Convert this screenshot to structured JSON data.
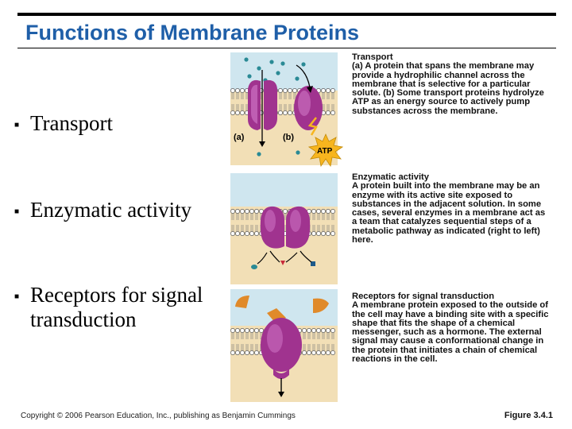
{
  "title": "Functions of Membrane Proteins",
  "bullets": [
    {
      "text": "Transport"
    },
    {
      "text": "Enzymatic activity"
    },
    {
      "text": "Receptors for signal transduction"
    }
  ],
  "panels": {
    "transport": {
      "label_a": "(a)",
      "label_b": "(b)",
      "atp": "ATP",
      "heading": "Transport",
      "body": "(a) A protein that spans the membrane may provide a hydrophilic channel across the membrane that is selective for a particular solute. (b) Some transport proteins hydrolyze ATP as an energy source to actively pump substances across the membrane."
    },
    "enzymatic": {
      "heading": "Enzymatic activity",
      "body": "A protein built into the membrane may be an enzyme with its active site exposed to substances in the adjacent solution. In some cases, several enzymes in a membrane act as a team that catalyzes sequential steps of a metabolic pathway as indicated (right to left) here."
    },
    "receptor": {
      "heading": "Receptors for signal transduction",
      "body": "A membrane protein exposed to the outside of the cell may have a binding site with a specific shape that fits the shape of a chemical messenger, such as a hormone. The external signal may cause a conformational change in the protein that initiates a chain of chemical reactions in the cell."
    }
  },
  "footer": {
    "copyright": "Copyright © 2006 Pearson Education, Inc., publishing as Benjamin Cummings",
    "figure": "Figure 3.4.1"
  },
  "colors": {
    "title": "#1f5fa8",
    "protein": "#a0338f",
    "protein_light": "#d37ccb",
    "extracellular": "#cfe6ef",
    "cytoplasm": "#f2dfb6",
    "messenger": "#e08a2a",
    "atp": "#f7b51e"
  }
}
